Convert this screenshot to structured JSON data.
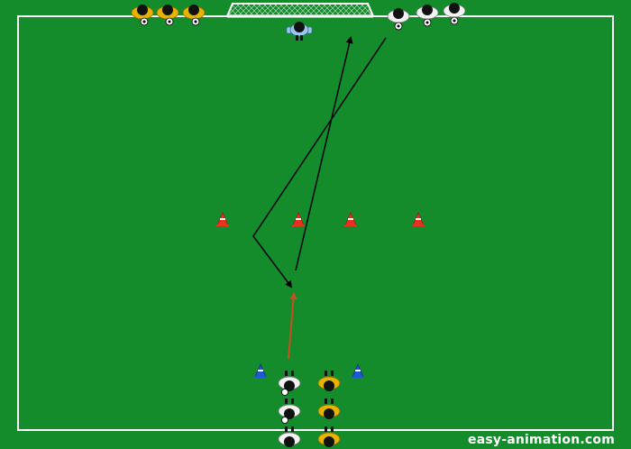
{
  "diagram": {
    "kind": "soccer drill diagram",
    "colors": {
      "pitch": "#148c2c",
      "line": "#ffffff",
      "cone_red": "#e8321e",
      "cone_blue": "#1e5ad2",
      "jersey_yellow": "#e6b400",
      "jersey_white": "#f4f4f4",
      "jersey_keeper": "#9cc8ee",
      "pass_arrow": "#000000",
      "run_arrow": "#c8501e"
    },
    "elements": {
      "goal": "goal",
      "goalkeeper": "goalkeeper",
      "players_top_yellow": 3,
      "players_top_white": 3,
      "players_bottom_white": 3,
      "players_bottom_yellow": 3,
      "cones_red": 4,
      "cones_blue": 2
    }
  },
  "watermark": "easy-animation.com"
}
